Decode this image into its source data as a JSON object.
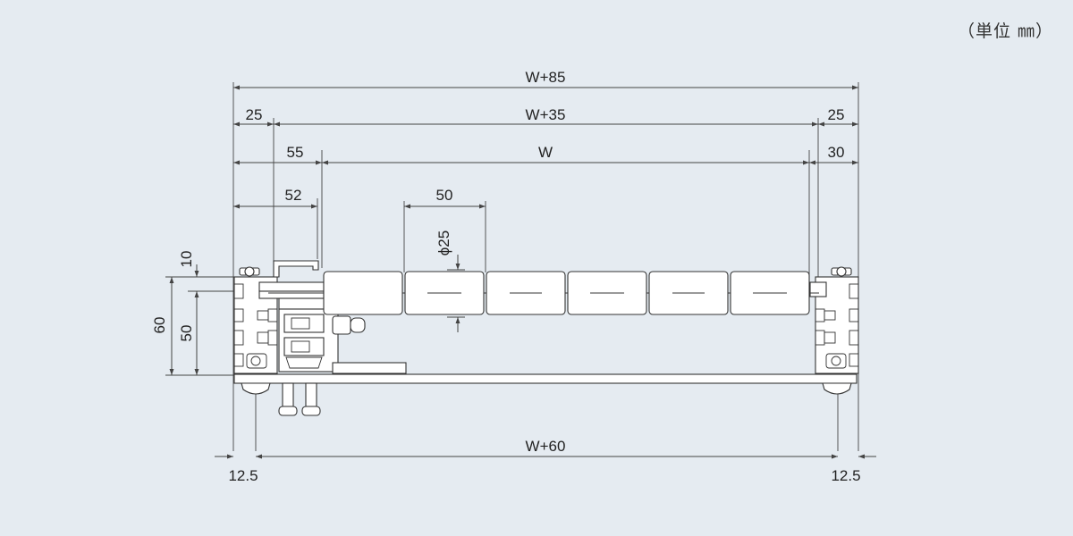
{
  "unit_note": "（単位 ㎜）",
  "dimensions": {
    "overall_width": "W+85",
    "inner_width": "W+35",
    "roller_width": "W",
    "left_margin_top": "25",
    "right_margin_top": "25",
    "left_offset_55": "55",
    "right_offset_30": "30",
    "left_offset_52": "52",
    "roller_pitch": "50",
    "roller_diameter": "ϕ25",
    "height_60": "60",
    "height_50": "50",
    "height_10": "10",
    "base_width": "W+60",
    "left_edge_offset": "12.5",
    "right_edge_offset": "12.5"
  },
  "colors": {
    "background": "#e5ebf1",
    "line": "#333333",
    "part_fill": "#ffffff"
  }
}
